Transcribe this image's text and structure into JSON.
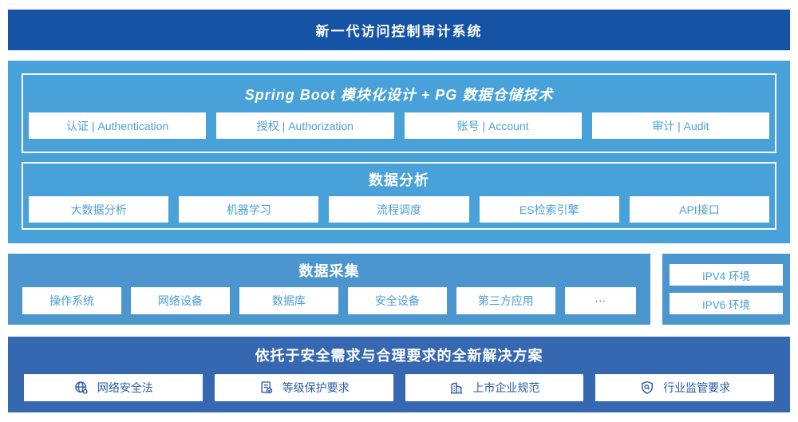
{
  "colors": {
    "top_bar": "#1553a4",
    "platform_section": "#49a1d9",
    "collection_section": "#4b96ce",
    "solution_section": "#3568b0",
    "light_box_text": "#4aa0d8",
    "solution_box_text": "#2b5dab"
  },
  "header": {
    "title": "新一代访问控制审计系统"
  },
  "platform": {
    "spring": {
      "title": "Spring Boot 模块化设计 + PG 数据仓储技术",
      "items": [
        "认证 | Authentication",
        "授权 | Authorization",
        "账号 | Account",
        "审计 | Audit"
      ]
    },
    "analysis": {
      "title": "数据分析",
      "items": [
        "大数据分析",
        "机器学习",
        "流程调度",
        "ES检索引擎",
        "API接口"
      ]
    }
  },
  "collection": {
    "title": "数据采集",
    "items": [
      "操作系统",
      "网络设备",
      "数据库",
      "安全设备",
      "第三方应用",
      "⋯"
    ],
    "env_items": [
      "IPV4 环境",
      "IPV6 环境"
    ]
  },
  "solution": {
    "title": "依托于安全需求与合理要求的全新解决方案",
    "items": [
      {
        "icon": "globe-icon",
        "label": "网络安全法"
      },
      {
        "icon": "document-check-icon",
        "label": "等级保护要求"
      },
      {
        "icon": "building-icon",
        "label": "上市企业规范"
      },
      {
        "icon": "shield-search-icon",
        "label": "行业监管要求"
      }
    ]
  }
}
